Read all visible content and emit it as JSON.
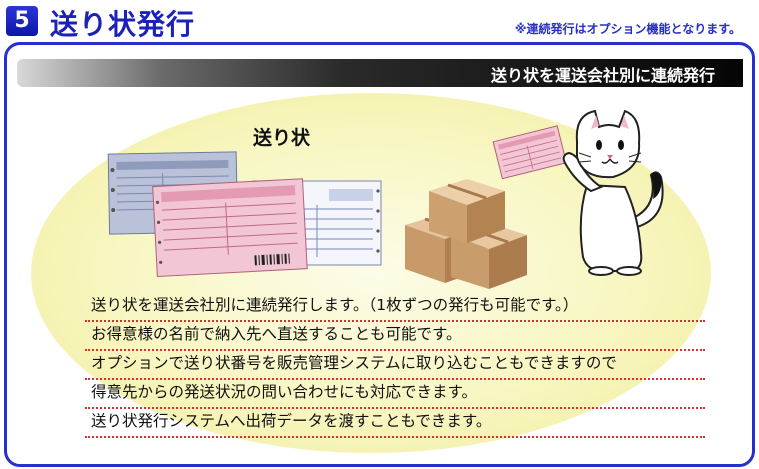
{
  "header": {
    "step_number": "5",
    "title": "送り状発行",
    "note": "※連続発行はオプション機能となります。"
  },
  "banner": {
    "text": "送り状を運送会社別に連続発行"
  },
  "illustration": {
    "slip_label": "送り状",
    "icons": [
      "shipping-slips-image",
      "cardboard-boxes-image",
      "cat-mascot-image"
    ],
    "colors": {
      "frame": "#2630d0",
      "oval": "#f8f6c0",
      "title": "#1c22b8",
      "dotted_rule": "#d43030"
    }
  },
  "features": [
    "送り状を運送会社別に連続発行します。（1枚ずつの発行も可能です。）",
    "お得意様の名前で納入先へ直送することも可能です。",
    "オプションで送り状番号を販売管理システムに取り込むこともできますので",
    "得意先からの発送状況の問い合わせにも対応できます。",
    "送り状発行システムへ出荷データを渡すこともできます。"
  ]
}
